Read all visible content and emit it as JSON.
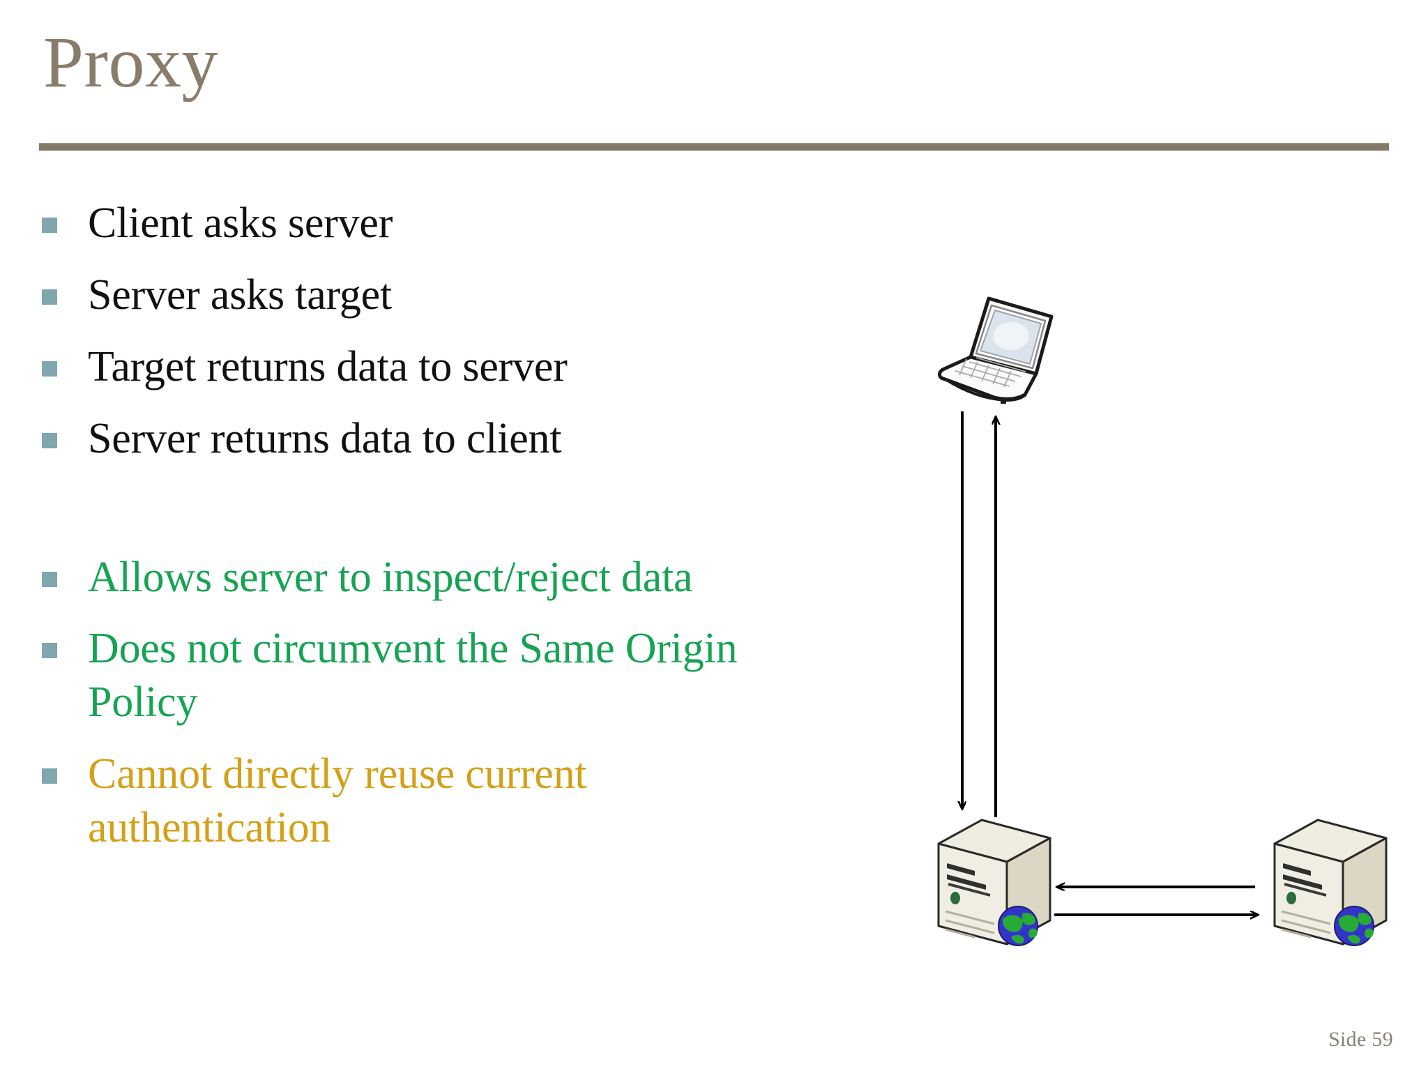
{
  "slide": {
    "title": "Proxy",
    "footer": "Side 59",
    "colors": {
      "title": "#8a7c6a",
      "rule": "#847866",
      "bullet_marker": "#7fa7ad",
      "body_text": "#111111",
      "green_text": "#17a354",
      "gold_text": "#d4a017",
      "footer_text": "#8a8175"
    }
  },
  "bullets": [
    {
      "text": "Client asks server",
      "color": "black"
    },
    {
      "text": "Server asks target",
      "color": "black"
    },
    {
      "text": "Target returns data to server",
      "color": "black"
    },
    {
      "text": "Server returns data to client",
      "color": "black"
    },
    {
      "text": "Allows server to inspect/reject data",
      "color": "green"
    },
    {
      "text": "Does not circumvent the Same Origin Policy",
      "color": "green"
    },
    {
      "text": "Cannot directly reuse current authentication",
      "color": "gold"
    }
  ],
  "diagram": {
    "nodes": [
      {
        "name": "client-laptop",
        "label": ""
      },
      {
        "name": "proxy-server",
        "label": ""
      },
      {
        "name": "target-server",
        "label": ""
      }
    ],
    "arrows": [
      {
        "name": "laptop-to-server-down",
        "direction": "down"
      },
      {
        "name": "server-to-laptop-up",
        "direction": "up"
      },
      {
        "name": "target-to-server-left",
        "direction": "left"
      },
      {
        "name": "server-to-target-right",
        "direction": "right"
      }
    ]
  }
}
